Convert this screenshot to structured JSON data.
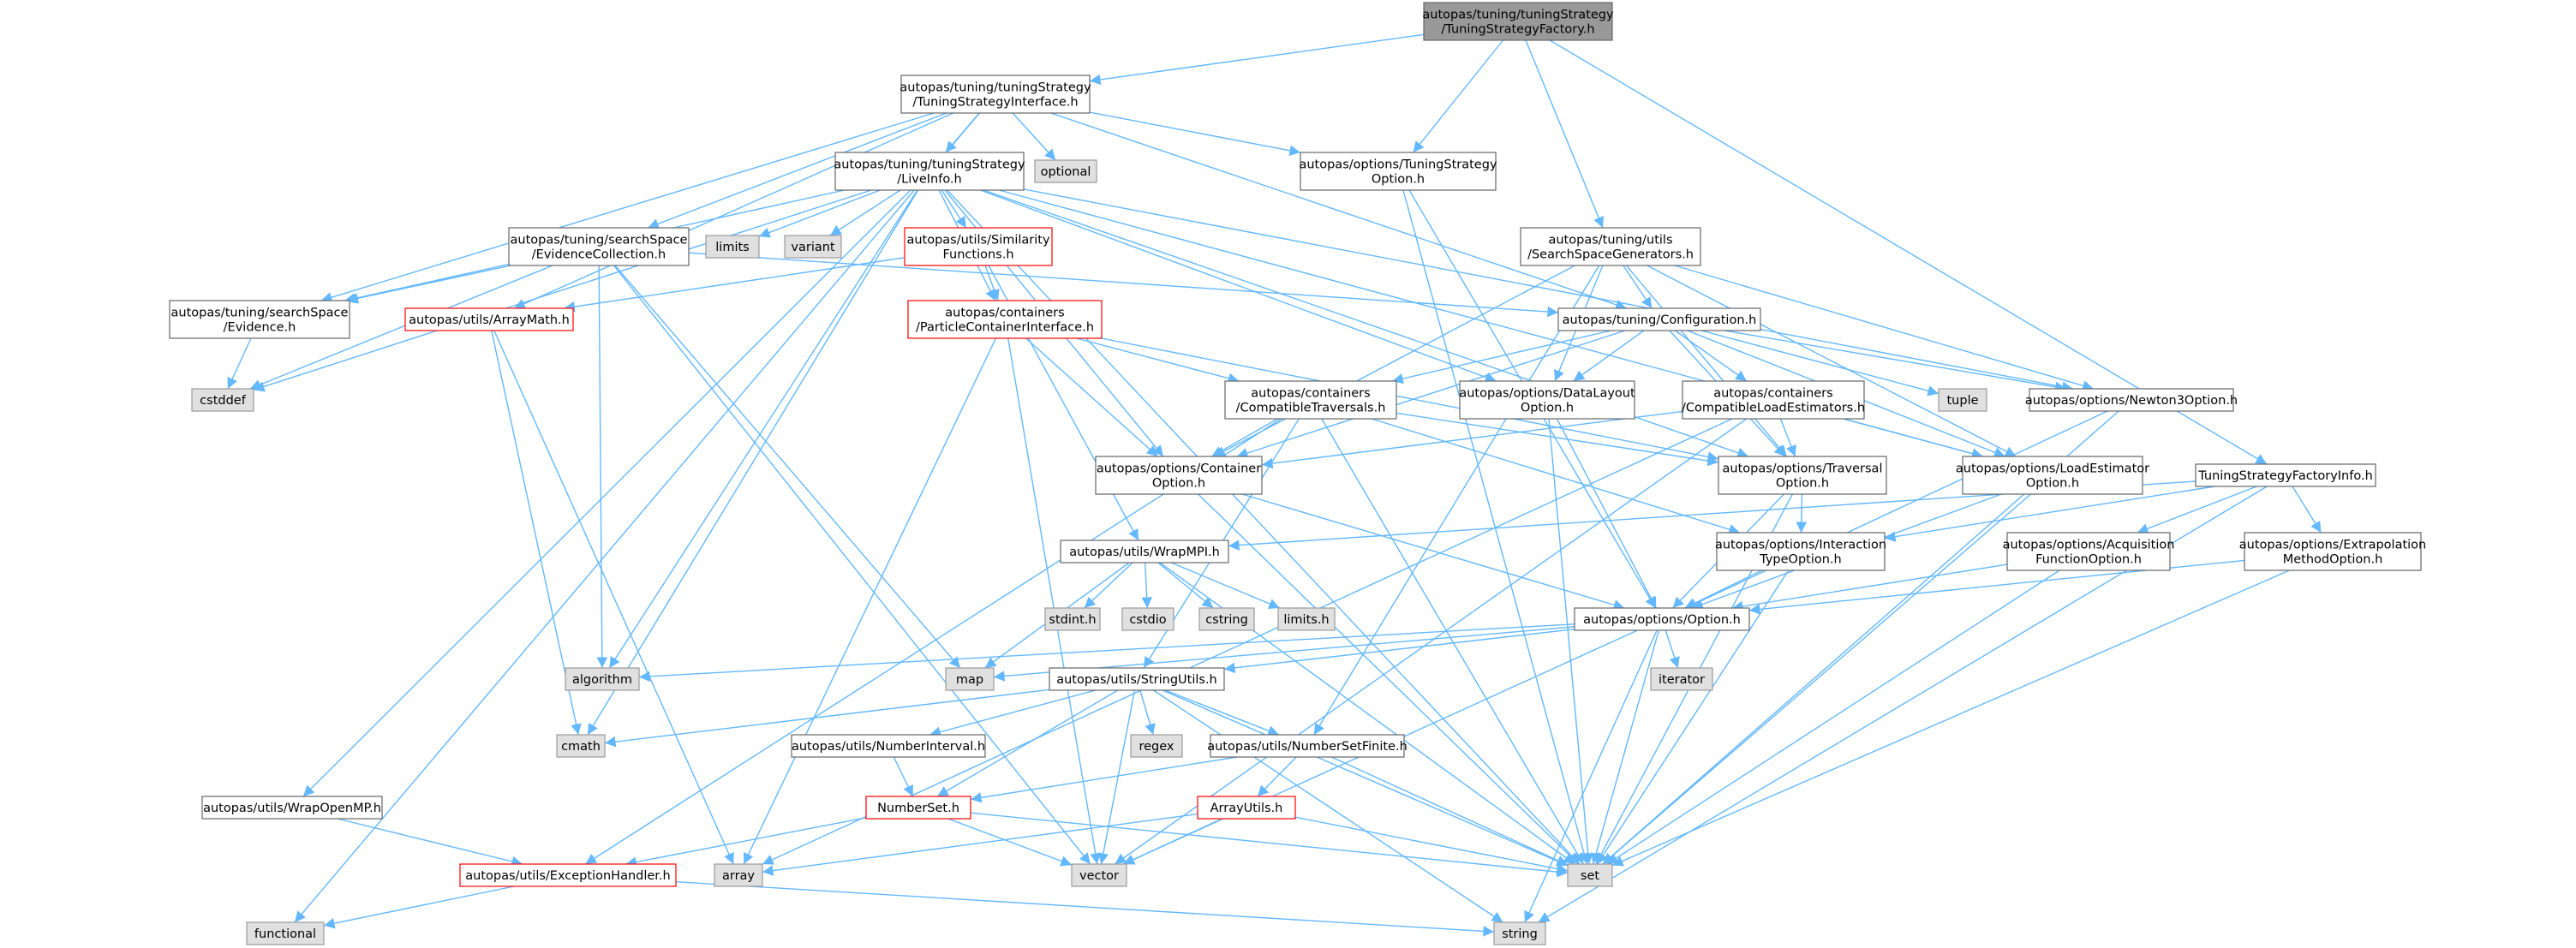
{
  "colors": {
    "edge": "#63b8ff",
    "node_border": "#666666",
    "node_fill": "#ffffff",
    "system_fill": "#e0e0e0",
    "system_border": "#999999",
    "root_fill": "#999999",
    "root_border": "#666666",
    "incomplete_border": "#ff0000"
  },
  "nodes": [
    {
      "id": "root",
      "lines": [
        "autopas/tuning/tuningStrategy",
        "/TuningStrategyFactory.h"
      ],
      "kind": "root"
    },
    {
      "id": "tsi",
      "lines": [
        "autopas/tuning/tuningStrategy",
        "/TuningStrategyInterface.h"
      ],
      "kind": "normal"
    },
    {
      "id": "live",
      "lines": [
        "autopas/tuning/tuningStrategy",
        "/LiveInfo.h"
      ],
      "kind": "normal"
    },
    {
      "id": "optional",
      "lines": [
        "optional"
      ],
      "kind": "system"
    },
    {
      "id": "tsopt",
      "lines": [
        "autopas/options/TuningStrategy",
        "Option.h"
      ],
      "kind": "normal"
    },
    {
      "id": "ssgen",
      "lines": [
        "autopas/tuning/utils",
        "/SearchSpaceGenerators.h"
      ],
      "kind": "normal"
    },
    {
      "id": "evcoll",
      "lines": [
        "autopas/tuning/searchSpace",
        "/EvidenceCollection.h"
      ],
      "kind": "normal"
    },
    {
      "id": "limits",
      "lines": [
        "limits"
      ],
      "kind": "system"
    },
    {
      "id": "variant",
      "lines": [
        "variant"
      ],
      "kind": "system"
    },
    {
      "id": "simfun",
      "lines": [
        "autopas/utils/Similarity",
        "Functions.h"
      ],
      "kind": "incomplete"
    },
    {
      "id": "evidence",
      "lines": [
        "autopas/tuning/searchSpace",
        "/Evidence.h"
      ],
      "kind": "normal"
    },
    {
      "id": "arraymath",
      "lines": [
        "autopas/utils/ArrayMath.h"
      ],
      "kind": "incomplete"
    },
    {
      "id": "pci",
      "lines": [
        "autopas/containers",
        "/ParticleContainerInterface.h"
      ],
      "kind": "incomplete"
    },
    {
      "id": "config",
      "lines": [
        "autopas/tuning/Configuration.h"
      ],
      "kind": "normal"
    },
    {
      "id": "cstddef",
      "lines": [
        "cstddef"
      ],
      "kind": "system"
    },
    {
      "id": "comptrav",
      "lines": [
        "autopas/containers",
        "/CompatibleTraversals.h"
      ],
      "kind": "normal"
    },
    {
      "id": "dlopt",
      "lines": [
        "autopas/options/DataLayout",
        "Option.h"
      ],
      "kind": "normal"
    },
    {
      "id": "cle",
      "lines": [
        "autopas/containers",
        "/CompatibleLoadEstimators.h"
      ],
      "kind": "normal"
    },
    {
      "id": "tuple",
      "lines": [
        "tuple"
      ],
      "kind": "system"
    },
    {
      "id": "n3opt",
      "lines": [
        "autopas/options/Newton3Option.h"
      ],
      "kind": "normal"
    },
    {
      "id": "contopt",
      "lines": [
        "autopas/options/Container",
        "Option.h"
      ],
      "kind": "normal"
    },
    {
      "id": "travopt",
      "lines": [
        "autopas/options/Traversal",
        "Option.h"
      ],
      "kind": "normal"
    },
    {
      "id": "leopt",
      "lines": [
        "autopas/options/LoadEstimator",
        "Option.h"
      ],
      "kind": "normal"
    },
    {
      "id": "tsfinfo",
      "lines": [
        "TuningStrategyFactoryInfo.h"
      ],
      "kind": "normal"
    },
    {
      "id": "wrapmpi",
      "lines": [
        "autopas/utils/WrapMPI.h"
      ],
      "kind": "normal"
    },
    {
      "id": "itopt",
      "lines": [
        "autopas/options/Interaction",
        "TypeOption.h"
      ],
      "kind": "normal"
    },
    {
      "id": "afopt",
      "lines": [
        "autopas/options/Acquisition",
        "FunctionOption.h"
      ],
      "kind": "normal"
    },
    {
      "id": "emopt",
      "lines": [
        "autopas/options/Extrapolation",
        "MethodOption.h"
      ],
      "kind": "normal"
    },
    {
      "id": "stdint",
      "lines": [
        "stdint.h"
      ],
      "kind": "system"
    },
    {
      "id": "cstdio",
      "lines": [
        "cstdio"
      ],
      "kind": "system"
    },
    {
      "id": "cstring",
      "lines": [
        "cstring"
      ],
      "kind": "system"
    },
    {
      "id": "limitsh",
      "lines": [
        "limits.h"
      ],
      "kind": "system"
    },
    {
      "id": "option",
      "lines": [
        "autopas/options/Option.h"
      ],
      "kind": "normal"
    },
    {
      "id": "algorithm",
      "lines": [
        "algorithm"
      ],
      "kind": "system"
    },
    {
      "id": "map",
      "lines": [
        "map"
      ],
      "kind": "system"
    },
    {
      "id": "iterator",
      "lines": [
        "iterator"
      ],
      "kind": "system"
    },
    {
      "id": "strutils",
      "lines": [
        "autopas/utils/StringUtils.h"
      ],
      "kind": "normal"
    },
    {
      "id": "cmath",
      "lines": [
        "cmath"
      ],
      "kind": "system"
    },
    {
      "id": "numint",
      "lines": [
        "autopas/utils/NumberInterval.h"
      ],
      "kind": "normal"
    },
    {
      "id": "regex",
      "lines": [
        "regex"
      ],
      "kind": "system"
    },
    {
      "id": "nsf",
      "lines": [
        "autopas/utils/NumberSetFinite.h"
      ],
      "kind": "normal"
    },
    {
      "id": "wrapomp",
      "lines": [
        "autopas/utils/WrapOpenMP.h"
      ],
      "kind": "normal"
    },
    {
      "id": "numset",
      "lines": [
        "NumberSet.h"
      ],
      "kind": "incomplete"
    },
    {
      "id": "arrutils",
      "lines": [
        "ArrayUtils.h"
      ],
      "kind": "incomplete"
    },
    {
      "id": "exch",
      "lines": [
        "autopas/utils/ExceptionHandler.h"
      ],
      "kind": "incomplete"
    },
    {
      "id": "array",
      "lines": [
        "array"
      ],
      "kind": "system"
    },
    {
      "id": "vector",
      "lines": [
        "vector"
      ],
      "kind": "system"
    },
    {
      "id": "set",
      "lines": [
        "set"
      ],
      "kind": "system"
    },
    {
      "id": "functional",
      "lines": [
        "functional"
      ],
      "kind": "system"
    },
    {
      "id": "string",
      "lines": [
        "string"
      ],
      "kind": "system"
    }
  ],
  "edges": [
    [
      "root",
      "tsi"
    ],
    [
      "root",
      "tsopt"
    ],
    [
      "root",
      "ssgen"
    ],
    [
      "root",
      "tsfinfo"
    ],
    [
      "tsi",
      "live"
    ],
    [
      "tsi",
      "optional"
    ],
    [
      "tsi",
      "tsopt"
    ],
    [
      "tsi",
      "evcoll"
    ],
    [
      "tsi",
      "evidence"
    ],
    [
      "tsi",
      "config"
    ],
    [
      "tsi",
      "arraymath"
    ],
    [
      "tsi",
      "functional"
    ],
    [
      "live",
      "limits"
    ],
    [
      "live",
      "variant"
    ],
    [
      "live",
      "simfun"
    ],
    [
      "live",
      "pci"
    ],
    [
      "live",
      "contopt"
    ],
    [
      "live",
      "dlopt"
    ],
    [
      "live",
      "n3opt"
    ],
    [
      "live",
      "travopt"
    ],
    [
      "live",
      "leopt"
    ],
    [
      "live",
      "cstddef"
    ],
    [
      "live",
      "cmath"
    ],
    [
      "live",
      "algorithm"
    ],
    [
      "live",
      "wrapomp"
    ],
    [
      "live",
      "evidence"
    ],
    [
      "live",
      "set"
    ],
    [
      "tsopt",
      "option"
    ],
    [
      "tsopt",
      "set"
    ],
    [
      "ssgen",
      "config"
    ],
    [
      "ssgen",
      "contopt"
    ],
    [
      "ssgen",
      "dlopt"
    ],
    [
      "ssgen",
      "n3opt"
    ],
    [
      "ssgen",
      "travopt"
    ],
    [
      "ssgen",
      "leopt"
    ],
    [
      "ssgen",
      "nsf"
    ],
    [
      "evcoll",
      "evidence"
    ],
    [
      "evcoll",
      "config"
    ],
    [
      "evcoll",
      "cstddef"
    ],
    [
      "evcoll",
      "algorithm"
    ],
    [
      "evcoll",
      "map"
    ],
    [
      "evcoll",
      "vector"
    ],
    [
      "simfun",
      "arraymath"
    ],
    [
      "simfun",
      "pci"
    ],
    [
      "simfun",
      "wrapmpi"
    ],
    [
      "evidence",
      "cstddef"
    ],
    [
      "arraymath",
      "cmath"
    ],
    [
      "arraymath",
      "array"
    ],
    [
      "pci",
      "comptrav"
    ],
    [
      "pci",
      "contopt"
    ],
    [
      "pci",
      "travopt"
    ],
    [
      "pci",
      "array"
    ],
    [
      "pci",
      "vector"
    ],
    [
      "config",
      "contopt"
    ],
    [
      "config",
      "dlopt"
    ],
    [
      "config",
      "cle"
    ],
    [
      "config",
      "tuple"
    ],
    [
      "config",
      "n3opt"
    ],
    [
      "config",
      "travopt"
    ],
    [
      "config",
      "leopt"
    ],
    [
      "config",
      "comptrav"
    ],
    [
      "comptrav",
      "contopt"
    ],
    [
      "comptrav",
      "travopt"
    ],
    [
      "comptrav",
      "itopt"
    ],
    [
      "comptrav",
      "set"
    ],
    [
      "comptrav",
      "strutils"
    ],
    [
      "comptrav",
      "exch"
    ],
    [
      "dlopt",
      "option"
    ],
    [
      "dlopt",
      "set"
    ],
    [
      "cle",
      "contopt"
    ],
    [
      "cle",
      "travopt"
    ],
    [
      "cle",
      "leopt"
    ],
    [
      "cle",
      "vector"
    ],
    [
      "cle",
      "array"
    ],
    [
      "n3opt",
      "option"
    ],
    [
      "n3opt",
      "set"
    ],
    [
      "contopt",
      "option"
    ],
    [
      "contopt",
      "set"
    ],
    [
      "travopt",
      "itopt"
    ],
    [
      "travopt",
      "option"
    ],
    [
      "travopt",
      "set"
    ],
    [
      "leopt",
      "option"
    ],
    [
      "leopt",
      "set"
    ],
    [
      "tsfinfo",
      "afopt"
    ],
    [
      "tsfinfo",
      "emopt"
    ],
    [
      "tsfinfo",
      "itopt"
    ],
    [
      "tsfinfo",
      "wrapmpi"
    ],
    [
      "tsfinfo",
      "string"
    ],
    [
      "wrapmpi",
      "stdint"
    ],
    [
      "wrapmpi",
      "cstdio"
    ],
    [
      "wrapmpi",
      "cstring"
    ],
    [
      "wrapmpi",
      "limitsh"
    ],
    [
      "wrapmpi",
      "map"
    ],
    [
      "wrapmpi",
      "set"
    ],
    [
      "itopt",
      "option"
    ],
    [
      "itopt",
      "set"
    ],
    [
      "afopt",
      "option"
    ],
    [
      "afopt",
      "set"
    ],
    [
      "emopt",
      "option"
    ],
    [
      "emopt",
      "set"
    ],
    [
      "option",
      "algorithm"
    ],
    [
      "option",
      "map"
    ],
    [
      "option",
      "iterator"
    ],
    [
      "option",
      "strutils"
    ],
    [
      "option",
      "set"
    ],
    [
      "option",
      "vector"
    ],
    [
      "option",
      "string"
    ],
    [
      "strutils",
      "cmath"
    ],
    [
      "strutils",
      "numint"
    ],
    [
      "strutils",
      "regex"
    ],
    [
      "strutils",
      "nsf"
    ],
    [
      "strutils",
      "numset"
    ],
    [
      "strutils",
      "vector"
    ],
    [
      "strutils",
      "set"
    ],
    [
      "strutils",
      "string"
    ],
    [
      "numint",
      "numset"
    ],
    [
      "nsf",
      "numset"
    ],
    [
      "nsf",
      "arrutils"
    ],
    [
      "nsf",
      "set"
    ],
    [
      "wrapomp",
      "exch"
    ],
    [
      "numset",
      "exch"
    ],
    [
      "numset",
      "vector"
    ],
    [
      "numset",
      "set"
    ],
    [
      "arrutils",
      "array"
    ],
    [
      "arrutils",
      "vector"
    ],
    [
      "arrutils",
      "set"
    ],
    [
      "exch",
      "functional"
    ],
    [
      "exch",
      "string"
    ]
  ]
}
